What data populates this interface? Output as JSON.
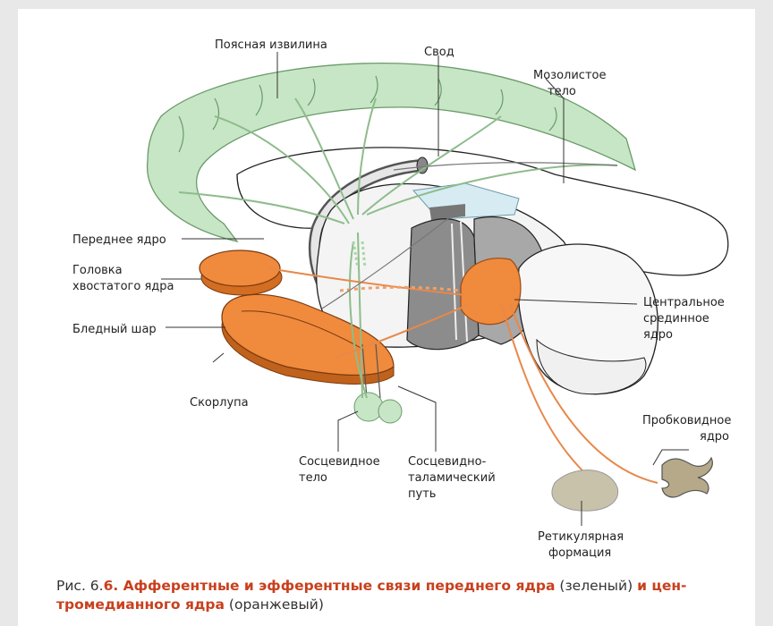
{
  "labels": {
    "cingulate_gyrus": "Поясная извилина",
    "fornix": "Свод",
    "corpus_callosum_1": "Мозолистое",
    "corpus_callosum_2": "тело",
    "anterior_nucleus": "Переднее ядро",
    "caudate_head_1": "Головка",
    "caudate_head_2": "хвостатого ядра",
    "globus_pallidus": "Бледный шар",
    "putamen": "Скорлупа",
    "mammillary_body_1": "Сосцевидное",
    "mammillary_body_2": "тело",
    "mammillothalamic_tract_1": "Сосцевидно-",
    "mammillothalamic_tract_2": "таламический",
    "mammillothalamic_tract_3": "путь",
    "centromedian_1": "Центральное",
    "centromedian_2": "срединное",
    "centromedian_3": "ядро",
    "dentate_1": "Пробковидное",
    "dentate_2": "ядро",
    "reticular_1": "Ретикулярная",
    "reticular_2": "формация"
  },
  "caption": {
    "prefix": "Рис. 6.",
    "bold_1": "6. Афферентные и эфферентные связи переднего ядра",
    "normal_1": " (зеленый) ",
    "bold_2": "и цен-тромедианного ядра",
    "normal_2": " (оранжевый)"
  },
  "colors": {
    "green": "#c7e6c5",
    "green_stroke": "#6a9a6a",
    "orange": "#f08a3c",
    "orange_dark": "#9a4a14",
    "gray": "#9a9a9a",
    "dark_gray": "#6e6e6e",
    "light_blue": "#d6ecf2",
    "caption_red": "#c8401e"
  }
}
